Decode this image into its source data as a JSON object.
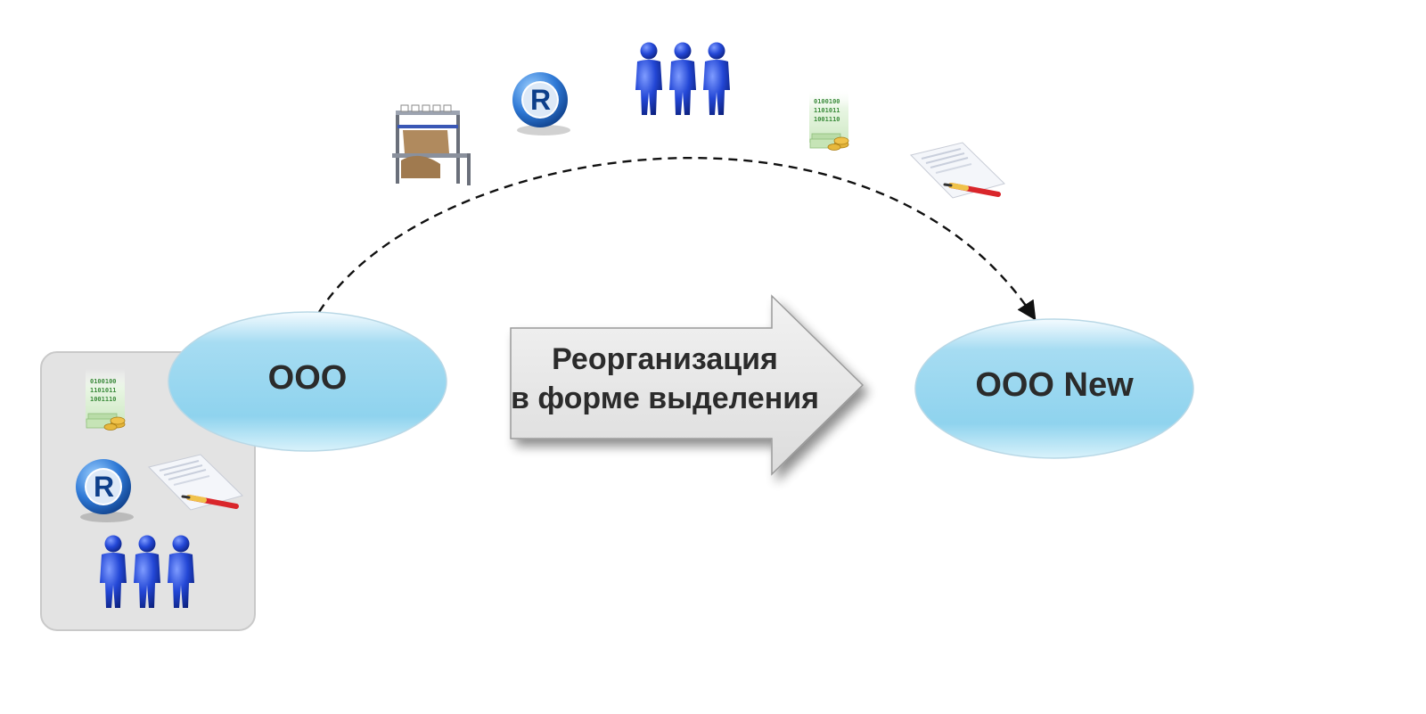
{
  "source_node": {
    "label": "ООО"
  },
  "target_node": {
    "label": "ООО New"
  },
  "process_arrow": {
    "line1": "Реорганизация",
    "line2": "в форме выделения"
  },
  "icons": {
    "source_assets": [
      "money-binary-icon",
      "trademark-icon",
      "contract-pen-icon",
      "people-group-icon"
    ],
    "transferring_assets": [
      "workbench-icon",
      "trademark-icon",
      "people-group-icon",
      "money-binary-icon",
      "contract-pen-icon"
    ]
  },
  "binary_digits": [
    "0100100",
    "1101011",
    "1001110"
  ],
  "trademark_symbol": "R",
  "colors": {
    "ellipse_fill": "#8fd3ee",
    "arrow_fill": "#e6e6e6",
    "box_fill": "#e3e3e3",
    "people_blue": "#1d3fc4",
    "pen_red": "#d9262b"
  }
}
